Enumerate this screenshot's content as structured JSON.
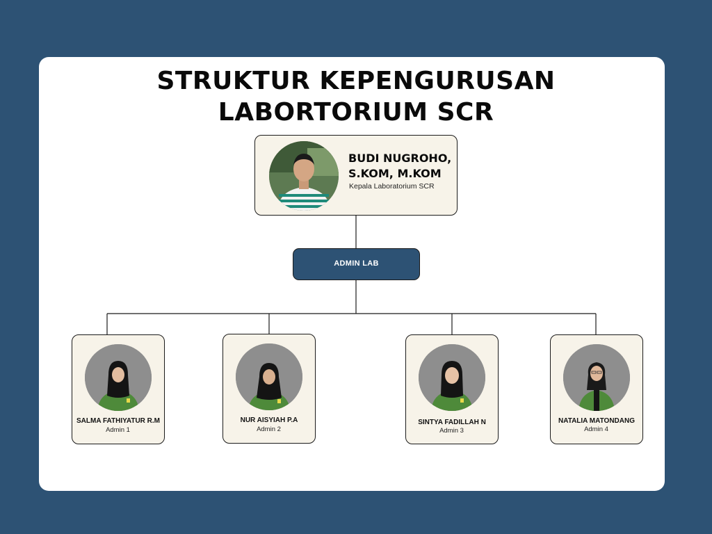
{
  "title": {
    "line1": "STRUKTUR KEPENGURUSAN",
    "line2": "LABORTORIUM SCR"
  },
  "head": {
    "name_line1": "BUDI NUGROHO,",
    "name_line2": "S.KOM, M.KOM",
    "role": "Kepala Laboratorium SCR"
  },
  "admin": {
    "label": "ADMIN LAB"
  },
  "members": [
    {
      "name": "SALMA FATHIYATUR R.M",
      "role": "Admin 1"
    },
    {
      "name": "NUR AISYIAH P.A",
      "role": "Admin 2"
    },
    {
      "name": "SINTYA FADILLAH N",
      "role": "Admin 3"
    },
    {
      "name": "NATALIA MATONDANG",
      "role": "Admin 4"
    }
  ],
  "colors": {
    "background": "#2d5274",
    "card": "#ffffff",
    "box_fill": "#f7f3e9",
    "admin_fill": "#2d5274",
    "jacket": "#4e8a3a"
  }
}
